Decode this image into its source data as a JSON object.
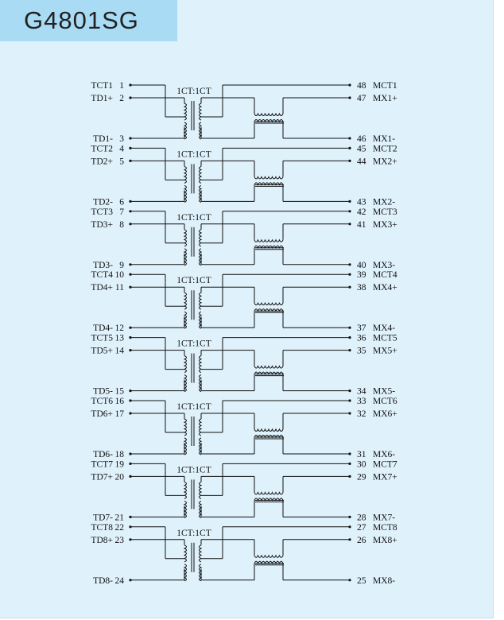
{
  "title": "G4801SG",
  "ratio_label": "1CT:1CT",
  "channels": [
    {
      "tct": "TCT1",
      "tct_pin": "1",
      "tdp": "TD1+",
      "tdp_pin": "2",
      "tdm": "TD1-",
      "tdm_pin": "3",
      "mct": "MCT1",
      "mct_pin": "48",
      "mxp": "MX1+",
      "mxp_pin": "47",
      "mxm": "MX1-",
      "mxm_pin": "46"
    },
    {
      "tct": "TCT2",
      "tct_pin": "4",
      "tdp": "TD2+",
      "tdp_pin": "5",
      "tdm": "TD2-",
      "tdm_pin": "6",
      "mct": "MCT2",
      "mct_pin": "45",
      "mxp": "MX2+",
      "mxp_pin": "44",
      "mxm": "MX2-",
      "mxm_pin": "43"
    },
    {
      "tct": "TCT3",
      "tct_pin": "7",
      "tdp": "TD3+",
      "tdp_pin": "8",
      "tdm": "TD3-",
      "tdm_pin": "9",
      "mct": "MCT3",
      "mct_pin": "42",
      "mxp": "MX3+",
      "mxp_pin": "41",
      "mxm": "MX3-",
      "mxm_pin": "40"
    },
    {
      "tct": "TCT4",
      "tct_pin": "10",
      "tdp": "TD4+",
      "tdp_pin": "11",
      "tdm": "TD4-",
      "tdm_pin": "12",
      "mct": "MCT4",
      "mct_pin": "39",
      "mxp": "MX4+",
      "mxp_pin": "38",
      "mxm": "MX4-",
      "mxm_pin": "37"
    },
    {
      "tct": "TCT5",
      "tct_pin": "13",
      "tdp": "TD5+",
      "tdp_pin": "14",
      "tdm": "TD5-",
      "tdm_pin": "15",
      "mct": "MCT5",
      "mct_pin": "36",
      "mxp": "MX5+",
      "mxp_pin": "35",
      "mxm": "MX5-",
      "mxm_pin": "34"
    },
    {
      "tct": "TCT6",
      "tct_pin": "16",
      "tdp": "TD6+",
      "tdp_pin": "17",
      "tdm": "TD6-",
      "tdm_pin": "18",
      "mct": "MCT6",
      "mct_pin": "33",
      "mxp": "MX6+",
      "mxp_pin": "32",
      "mxm": "MX6-",
      "mxm_pin": "31"
    },
    {
      "tct": "TCT7",
      "tct_pin": "19",
      "tdp": "TD7+",
      "tdp_pin": "20",
      "tdm": "TD7-",
      "tdm_pin": "21",
      "mct": "MCT7",
      "mct_pin": "30",
      "mxp": "MX7+",
      "mxp_pin": "29",
      "mxm": "MX7-",
      "mxm_pin": "28"
    },
    {
      "tct": "TCT8",
      "tct_pin": "22",
      "tdp": "TD8+",
      "tdp_pin": "23",
      "tdm": "TD8-",
      "tdm_pin": "24",
      "mct": "MCT8",
      "mct_pin": "27",
      "mxp": "MX8+",
      "mxp_pin": "26",
      "mxm": "MX8-",
      "mxm_pin": "25"
    }
  ]
}
